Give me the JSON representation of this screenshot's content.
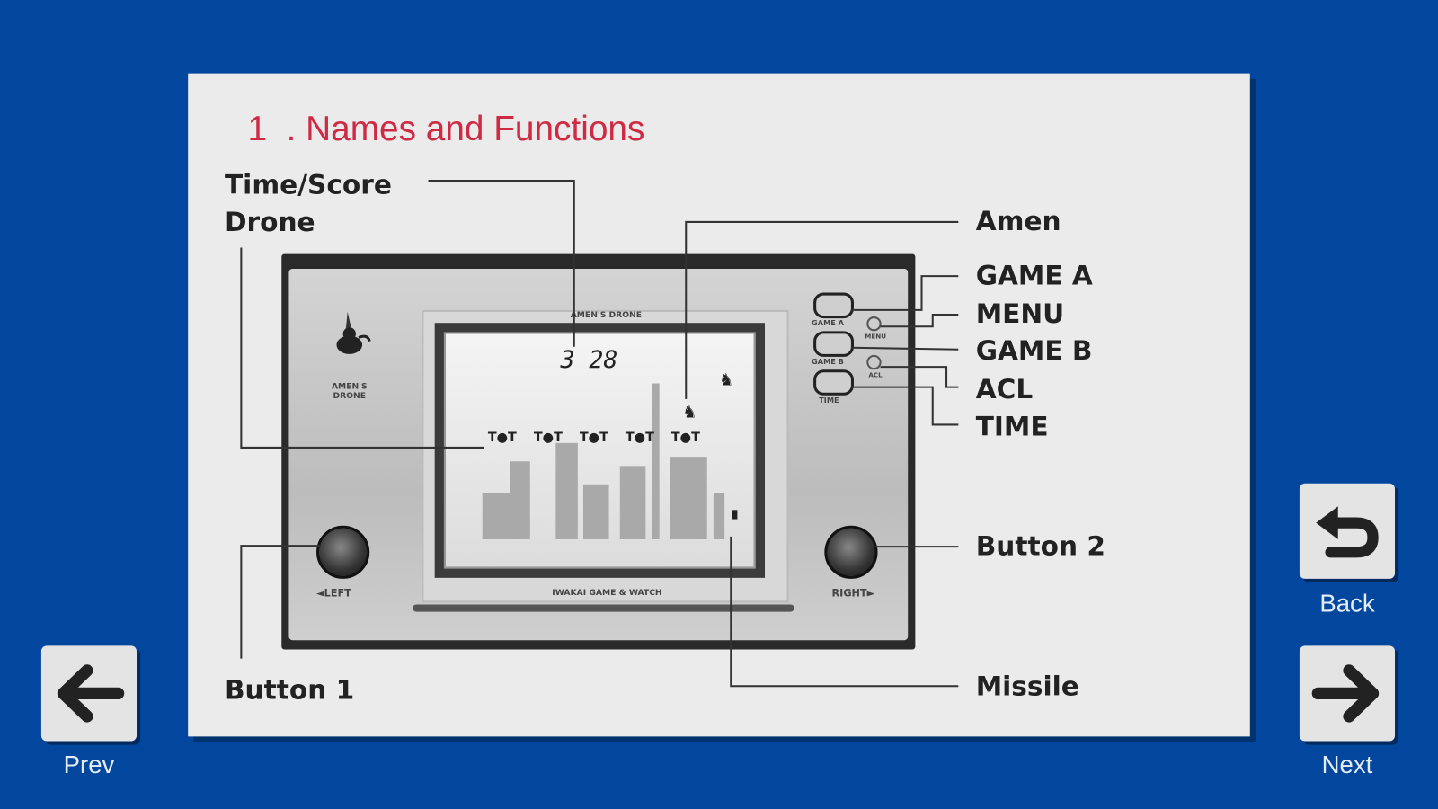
{
  "manual": {
    "title": "1  . Names and Functions",
    "labels": {
      "time_score": "Time/Score",
      "drone": "Drone",
      "amen": "Amen",
      "game_a": "GAME A",
      "menu": "MENU",
      "game_b": "GAME B",
      "acl": "ACL",
      "time": "TIME",
      "button2": "Button 2",
      "missile": "Missile",
      "button1": "Button 1"
    }
  },
  "device": {
    "logo_text": "AMEN'S DRONE",
    "screen_title": "AMEN'S DRONE",
    "score": "3 28",
    "brand": "IWAKAI GAME & WATCH",
    "game_a": "GAME A",
    "menu": "MENU",
    "game_b": "GAME B",
    "acl": "ACL",
    "time": "TIME",
    "left": "◄LEFT",
    "right": "RIGHT►"
  },
  "nav": {
    "prev": "Prev",
    "back": "Back",
    "next": "Next"
  },
  "colors": {
    "background": "#02479d",
    "title": "#cf2a43",
    "panel": "#ebebeb"
  }
}
